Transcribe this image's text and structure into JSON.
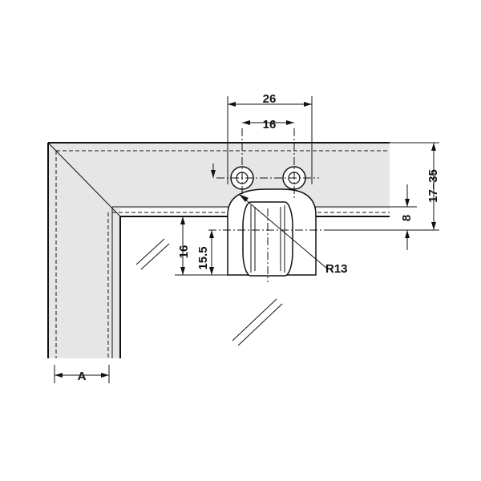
{
  "colors": {
    "frame_fill": "#e6e6e6",
    "line": "#111111",
    "background": "#ffffff"
  },
  "dimensions": {
    "outer_width": "26",
    "hole_spacing": "16",
    "height_16": "16",
    "height_15_5": "15.5",
    "radius": "R13",
    "offset_8": "8",
    "range_17_35": "17–35",
    "frame_A": "A"
  }
}
